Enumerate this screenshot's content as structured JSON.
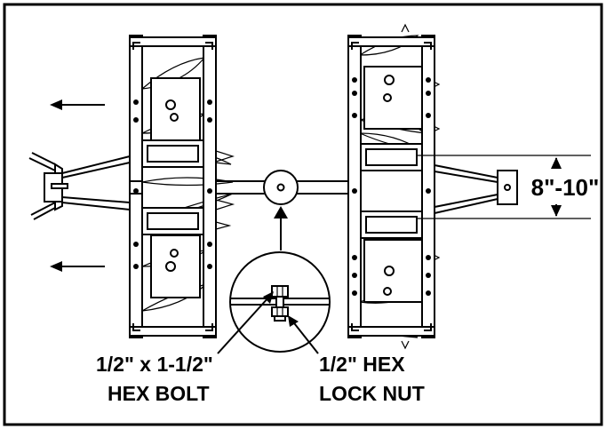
{
  "labels": {
    "dimension": "8\"-10\"",
    "bolt_line1": "1/2\" x 1-1/2\"",
    "bolt_line2": "HEX BOLT",
    "nut_line1": "1/2\" HEX",
    "nut_line2": "LOCK NUT"
  },
  "icons": {
    "direction_arrows": "arrow-left-icon",
    "callout_arrows": "arrow-up-icon"
  }
}
